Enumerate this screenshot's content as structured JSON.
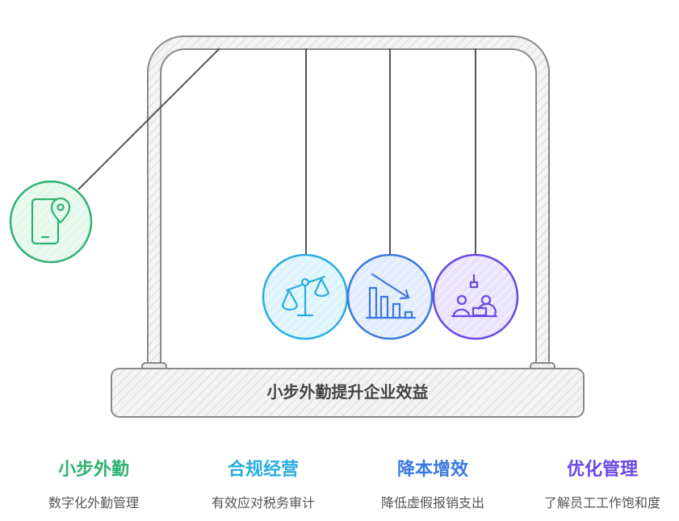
{
  "title": "小步外勤提升企业效益",
  "items": [
    {
      "title": "小步外勤",
      "subtitle": "数字化外勤管理",
      "color": "#2fb170",
      "icon": "mobile-location-icon"
    },
    {
      "title": "合规经营",
      "subtitle": "有效应对税务审计",
      "color": "#27ade0",
      "icon": "balance-scale-icon"
    },
    {
      "title": "降本增效",
      "subtitle": "降低虚假报销支出",
      "color": "#3a78e0",
      "icon": "bar-chart-decrease-icon"
    },
    {
      "title": "优化管理",
      "subtitle": "了解员工工作饱和度",
      "color": "#6a48e6",
      "icon": "team-meeting-icon"
    }
  ]
}
